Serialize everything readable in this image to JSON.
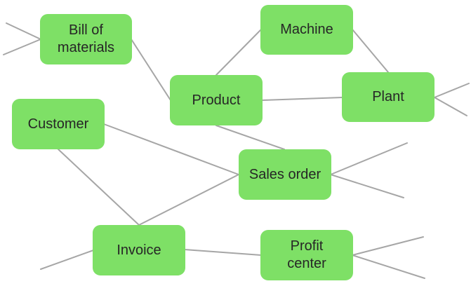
{
  "diagram": {
    "node_fill": "#7ee066",
    "edge_color": "#a6a6a6",
    "text_color": "#262626",
    "nodes": [
      {
        "id": "bill",
        "lines": [
          "Bill of",
          "materials"
        ]
      },
      {
        "id": "machine",
        "lines": [
          "Machine"
        ]
      },
      {
        "id": "product",
        "lines": [
          "Product"
        ]
      },
      {
        "id": "plant",
        "lines": [
          "Plant"
        ]
      },
      {
        "id": "customer",
        "lines": [
          "Customer"
        ]
      },
      {
        "id": "sales",
        "lines": [
          "Sales order"
        ]
      },
      {
        "id": "invoice",
        "lines": [
          "Invoice"
        ]
      },
      {
        "id": "profit",
        "lines": [
          "Profit",
          "center"
        ]
      }
    ],
    "edges": [
      [
        "bill",
        "product"
      ],
      [
        "product",
        "machine"
      ],
      [
        "machine",
        "plant"
      ],
      [
        "product",
        "plant"
      ],
      [
        "product",
        "sales"
      ],
      [
        "customer",
        "sales"
      ],
      [
        "customer",
        "invoice"
      ],
      [
        "invoice",
        "sales"
      ],
      [
        "invoice",
        "profit"
      ]
    ]
  }
}
